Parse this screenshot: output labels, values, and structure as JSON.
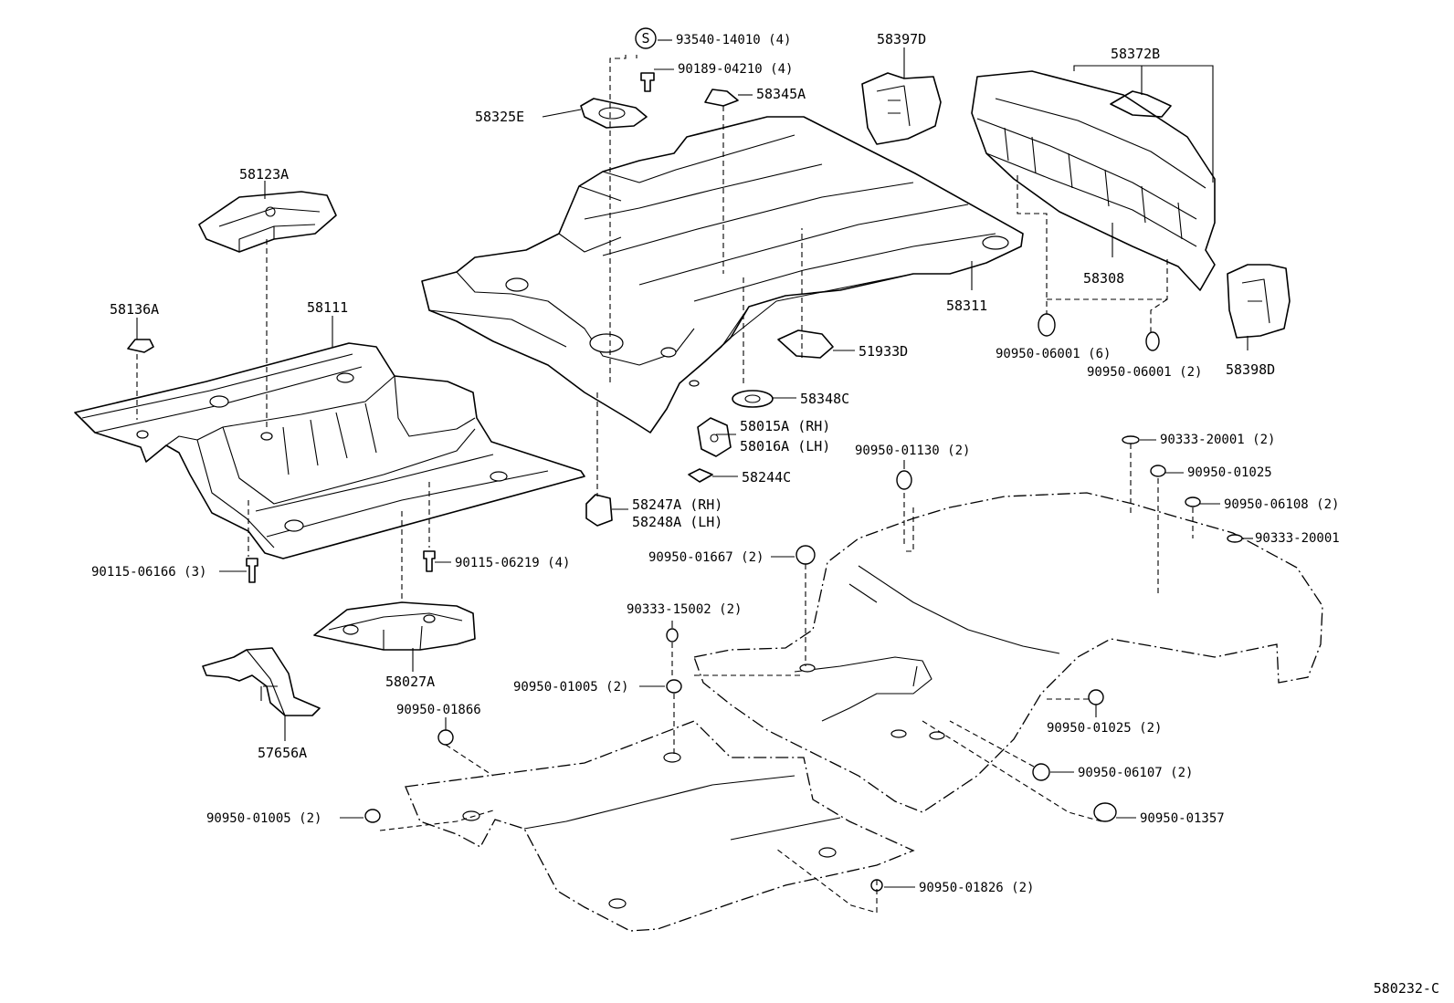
{
  "diagram_id": "580232-C",
  "labels": {
    "s_mark": "S",
    "p93540": "93540-14010 (4)",
    "p90189": "90189-04210 (4)",
    "p58345A": "58345A",
    "p58325E": "58325E",
    "p58397D": "58397D",
    "p58372B": "58372B",
    "p58123A": "58123A",
    "p58136A": "58136A",
    "p58111": "58111",
    "p58311": "58311",
    "p58308": "58308",
    "p90950_06001_6": "90950-06001 (6)",
    "p90950_06001_2": "90950-06001 (2)",
    "p58398D": "58398D",
    "p51933D": "51933D",
    "p58348C": "58348C",
    "p58015A": "58015A (RH)",
    "p58016A": "58016A (LH)",
    "p58244C": "58244C",
    "p58247A": "58247A (RH)",
    "p58248A": "58248A (LH)",
    "p90115_06166": "90115-06166 (3)",
    "p90115_06219": "90115-06219 (4)",
    "p58027A": "58027A",
    "p57656A": "57656A",
    "p90950_01130": "90950-01130 (2)",
    "p90333_20001_2": "90333-20001 (2)",
    "p90950_01025": "90950-01025",
    "p90950_06108": "90950-06108 (2)",
    "p90333_20001": "90333-20001",
    "p90950_01667": "90950-01667 (2)",
    "p90333_15002": "90333-15002 (2)",
    "p90950_01005_a": "90950-01005 (2)",
    "p90950_01866": "90950-01866",
    "p90950_01025_2": "90950-01025 (2)",
    "p90950_06107": "90950-06107 (2)",
    "p90950_01005_b": "90950-01005 (2)",
    "p90950_01357": "90950-01357",
    "p90950_01826": "90950-01826 (2)"
  }
}
